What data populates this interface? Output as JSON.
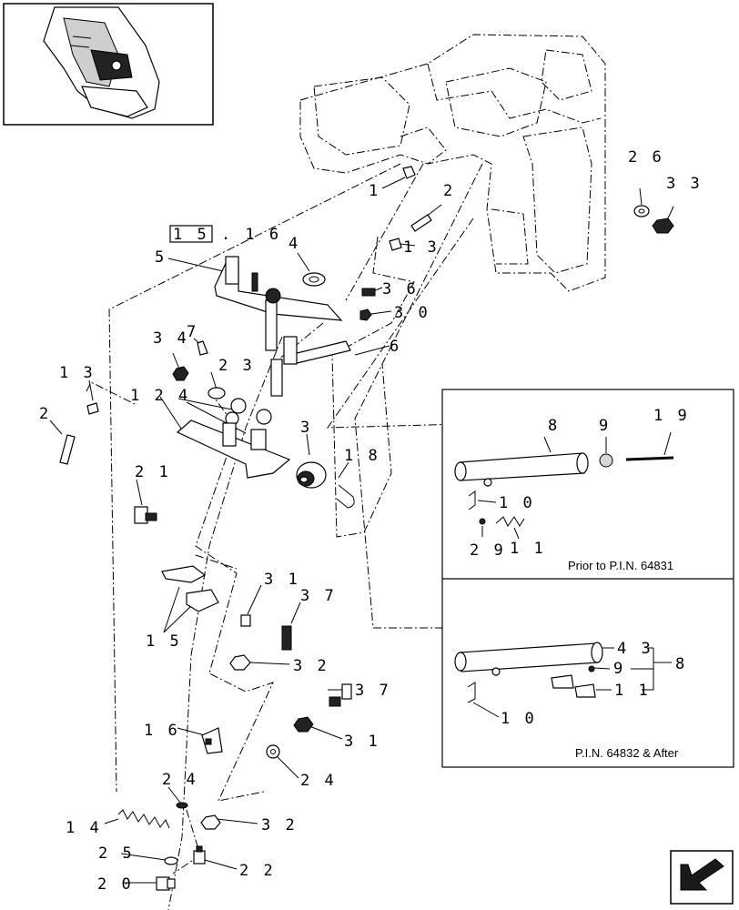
{
  "reference_box": "1 5 . 1 6",
  "callouts": {
    "c1": "1",
    "c2_top": "2",
    "c13_top": "1 3",
    "c26": "2 6",
    "c33": "3 3",
    "c4_top": "4",
    "c5": "5",
    "c36": "3 6",
    "c30": "3 0",
    "c6": "6",
    "c7": "7",
    "c34": "3 4",
    "c23": "2 3",
    "c124": "1 2 4",
    "c13_left": "1 3",
    "c2_left": "2",
    "c3": "3",
    "c18": "1 8",
    "c21": "2 1",
    "c31_top": "3 1",
    "c37_top": "3 7",
    "c15": "1 5",
    "c32_mid": "3 2",
    "c37_mid": "3 7",
    "c16": "1 6",
    "c31_mid": "3 1",
    "c24_right": "2 4",
    "c24_low": "2 4",
    "c14": "1 4",
    "c32_low": "3 2",
    "c25": "2 5",
    "c22": "2 2",
    "c20": "2 0"
  },
  "inset_top": {
    "callout_8": "8",
    "callout_9": "9",
    "callout_19": "1 9",
    "callout_10": "1 0",
    "callout_29": "2 9",
    "callout_11": "1 1",
    "caption": "Prior to P.I.N. 64831"
  },
  "inset_bottom": {
    "callout_43": "4 3",
    "callout_8": "8",
    "callout_9": "9",
    "callout_11": "1 1",
    "callout_10": "1 0",
    "caption": "P.I.N. 64832 & After"
  }
}
